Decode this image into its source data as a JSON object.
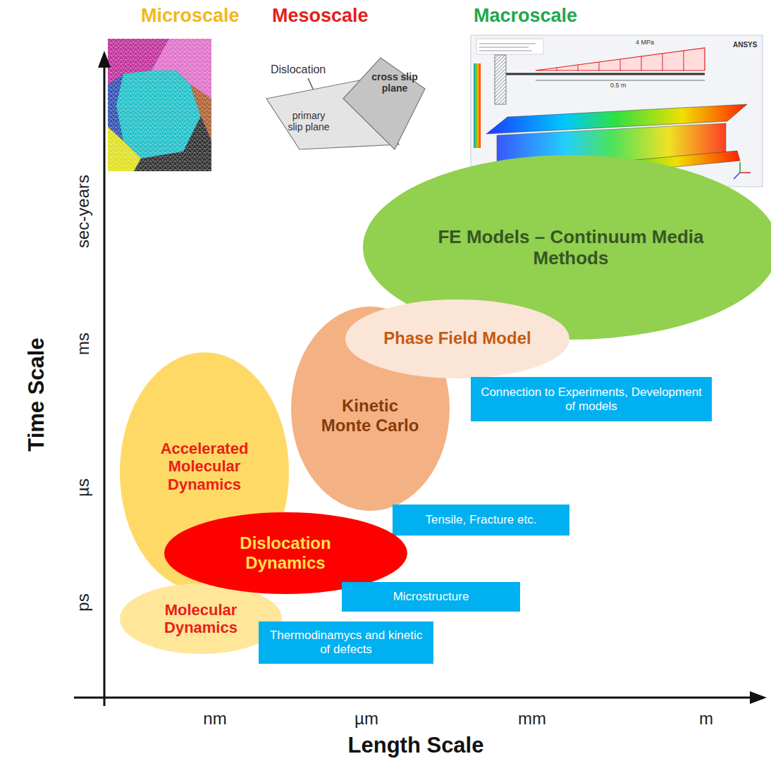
{
  "diagram": {
    "nodes": [
      {
        "text": [
          "primary slip plane"
        ]
      },
      {
        "text": [
          "cross slip plane"
        ]
      },
      {
        "text": [
          "FE Models – Continuum Media Methods"
        ]
      },
      {
        "text": [
          "Phase Field Model"
        ]
      },
      {
        "text": [
          "Kinetic Monte Carlo"
        ]
      },
      {
        "text": [
          "Connection to Experiments, Development of models"
        ]
      },
      {
        "text": [
          "Accelerated Molecular Dynamics"
        ]
      },
      {
        "text": [
          "Tensile, Fracture etc."
        ]
      },
      {
        "text": [
          "Dislocation Dynamics"
        ]
      },
      {
        "text": [
          "Microstructure"
        ]
      },
      {
        "text": [
          "Molecular Dynamics"
        ]
      },
      {
        "text": [
          "Thermodinamycs and kinetic of defects"
        ]
      }
    ],
    "labels": [
      "Microscale",
      "Mesoscale",
      "Macroscale",
      "Dislocation",
      "ANSYS",
      "4 MPa",
      "0.5 m",
      "sec-years",
      "ms",
      "µs",
      "ps",
      "Time Scale",
      "nm",
      "µm",
      "mm",
      "m",
      "Length Scale"
    ]
  }
}
